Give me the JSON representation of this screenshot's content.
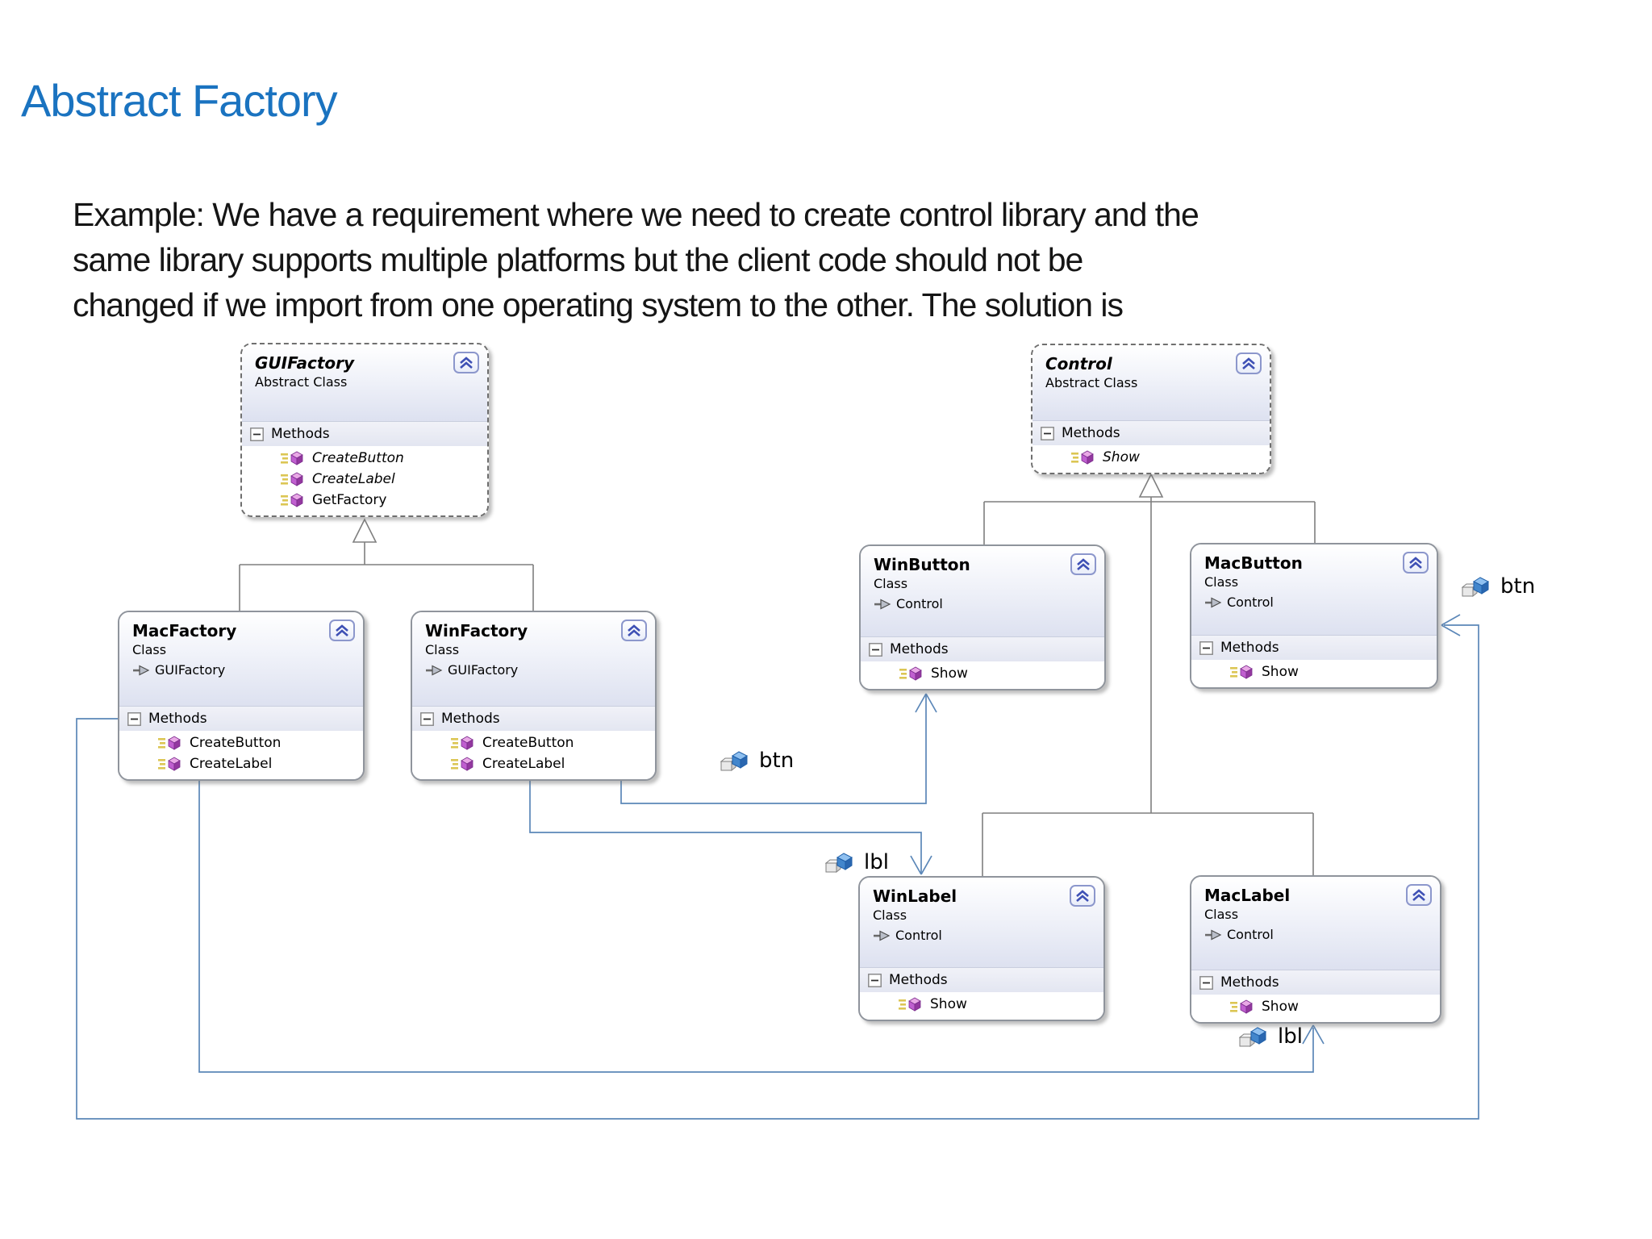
{
  "page": {
    "title": "Abstract Factory",
    "title_color": "#1a73c0",
    "body_lines": [
      "Example: We have a requirement where we need to create control library and the",
      "same library supports multiple platforms but the client code should not be",
      "changed if we import from one operating system to the other. The solution is"
    ]
  },
  "diagram": {
    "methods_label": "Methods",
    "colors": {
      "association_blue": "#5b87b8",
      "inheritance_gray": "#7f7f7f",
      "method_icon_purple": "#c05fd0",
      "instance_icon_blue": "#4286cc"
    },
    "classes": [
      {
        "name": "GUIFactory",
        "stereotype": "Abstract Class",
        "inherits": null,
        "methods": [
          {
            "name": "CreateButton",
            "abstract": true
          },
          {
            "name": "CreateLabel",
            "abstract": true
          },
          {
            "name": "GetFactory",
            "abstract": false
          }
        ]
      },
      {
        "name": "Control",
        "stereotype": "Abstract Class",
        "inherits": null,
        "methods": [
          {
            "name": "Show",
            "abstract": true
          }
        ]
      },
      {
        "name": "MacFactory",
        "stereotype": "Class",
        "inherits": "GUIFactory",
        "methods": [
          {
            "name": "CreateButton",
            "abstract": false
          },
          {
            "name": "CreateLabel",
            "abstract": false
          }
        ]
      },
      {
        "name": "WinFactory",
        "stereotype": "Class",
        "inherits": "GUIFactory",
        "methods": [
          {
            "name": "CreateButton",
            "abstract": false
          },
          {
            "name": "CreateLabel",
            "abstract": false
          }
        ]
      },
      {
        "name": "WinButton",
        "stereotype": "Class",
        "inherits": "Control",
        "methods": [
          {
            "name": "Show",
            "abstract": false
          }
        ]
      },
      {
        "name": "MacButton",
        "stereotype": "Class",
        "inherits": "Control",
        "methods": [
          {
            "name": "Show",
            "abstract": false
          }
        ]
      },
      {
        "name": "WinLabel",
        "stereotype": "Class",
        "inherits": "Control",
        "methods": [
          {
            "name": "Show",
            "abstract": false
          }
        ]
      },
      {
        "name": "MacLabel",
        "stereotype": "Class",
        "inherits": "Control",
        "methods": [
          {
            "name": "Show",
            "abstract": false
          }
        ]
      }
    ],
    "connector_labels": [
      {
        "text": "btn"
      },
      {
        "text": "lbl"
      },
      {
        "text": "btn"
      },
      {
        "text": "lbl"
      }
    ]
  }
}
